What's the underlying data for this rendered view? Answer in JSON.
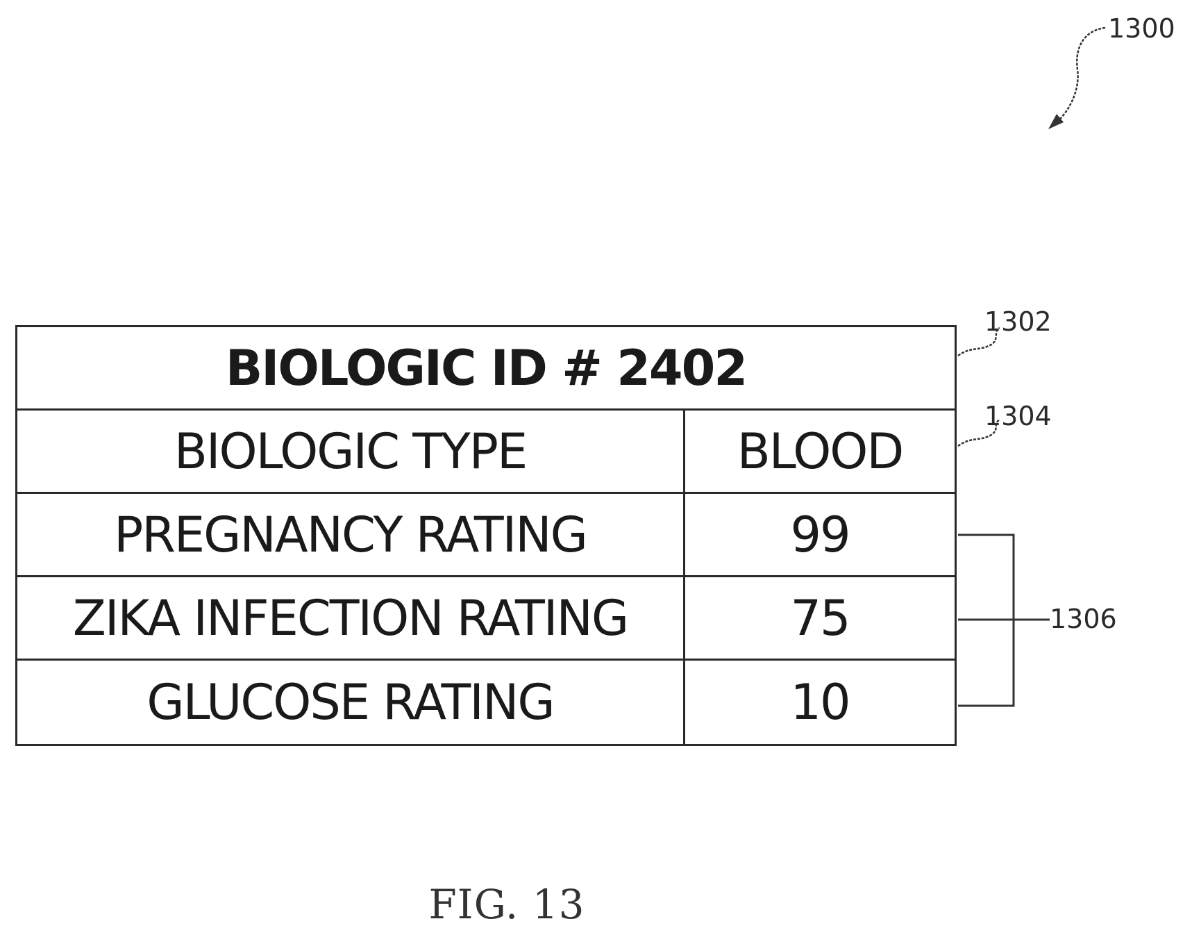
{
  "reference_numerals": {
    "figure_ref": "1300",
    "title_ref": "1302",
    "type_ref": "1304",
    "ratings_ref": "1306"
  },
  "table": {
    "title": "BIOLOGIC ID # 2402",
    "rows": [
      {
        "label": "BIOLOGIC TYPE",
        "value": "BLOOD"
      },
      {
        "label": "PREGNANCY RATING",
        "value": "99"
      },
      {
        "label": "ZIKA INFECTION RATING",
        "value": "75"
      },
      {
        "label": "GLUCOSE RATING",
        "value": "10"
      }
    ]
  },
  "caption": "FIG. 13"
}
